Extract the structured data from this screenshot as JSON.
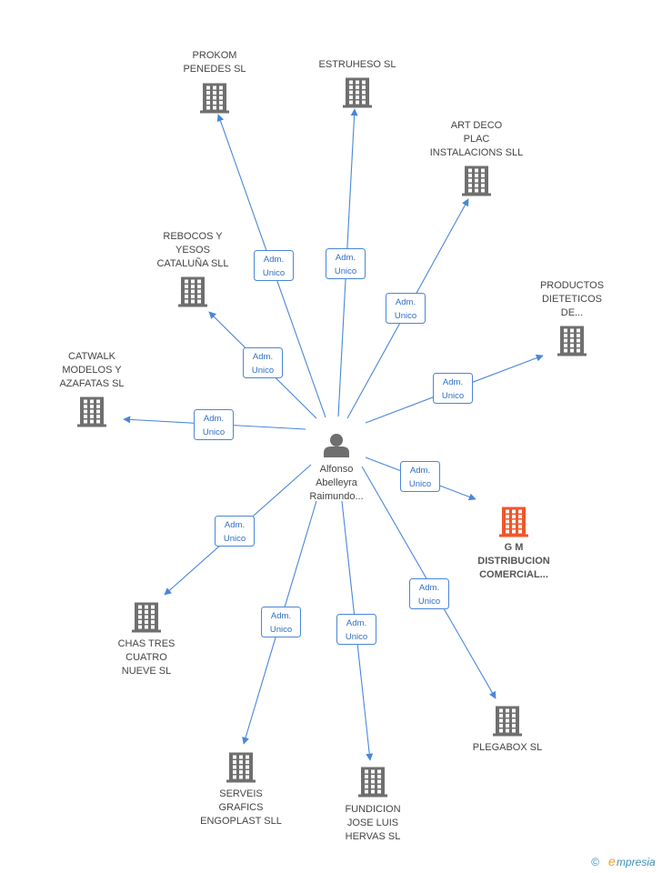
{
  "center": {
    "lines": [
      "Alfonso",
      "Abelleyra",
      "Raimundo..."
    ],
    "icon": "person-icon"
  },
  "relation_label": [
    "Adm.",
    "Unico"
  ],
  "companies": [
    {
      "id": "prokom",
      "lines": [
        "PROKOM",
        "PENEDES SL"
      ],
      "highlight": false,
      "icon": "building-icon"
    },
    {
      "id": "estruheso",
      "lines": [
        "ESTRUHESO SL"
      ],
      "highlight": false,
      "icon": "building-icon"
    },
    {
      "id": "art-deco",
      "lines": [
        "ART DECO",
        "PLAC",
        "INSTALACIONS SLL"
      ],
      "highlight": false,
      "icon": "building-icon"
    },
    {
      "id": "productos",
      "lines": [
        "PRODUCTOS",
        "DIETETICOS",
        "DE..."
      ],
      "highlight": false,
      "icon": "building-icon"
    },
    {
      "id": "rebocos",
      "lines": [
        "REBOCOS Y",
        "YESOS",
        "CATALUÑA SLL"
      ],
      "highlight": false,
      "icon": "building-icon"
    },
    {
      "id": "catwalk",
      "lines": [
        "CATWALK",
        "MODELOS Y",
        "AZAFATAS SL"
      ],
      "highlight": false,
      "icon": "building-icon"
    },
    {
      "id": "gm",
      "lines": [
        "G M",
        "DISTRIBUCION",
        "COMERCIAL..."
      ],
      "highlight": true,
      "icon": "building-icon"
    },
    {
      "id": "chas",
      "lines": [
        "CHAS TRES",
        "CUATRO",
        "NUEVE SL"
      ],
      "highlight": false,
      "icon": "building-icon"
    },
    {
      "id": "plegabox",
      "lines": [
        "PLEGABOX SL"
      ],
      "highlight": false,
      "icon": "building-icon"
    },
    {
      "id": "serveis",
      "lines": [
        "SERVEIS",
        "GRAFICS",
        "ENGOPLAST SLL"
      ],
      "highlight": false,
      "icon": "building-icon"
    },
    {
      "id": "fundicion",
      "lines": [
        "FUNDICION",
        "JOSE LUIS",
        "HERVAS SL"
      ],
      "highlight": false,
      "icon": "building-icon"
    }
  ],
  "colors": {
    "edge": "#4a86d8",
    "building": "#6f6f6f",
    "building_highlight": "#f0562b",
    "person": "#6f6f6f"
  },
  "watermark": {
    "symbol": "©",
    "text": "mpresia",
    "initial": "e"
  }
}
